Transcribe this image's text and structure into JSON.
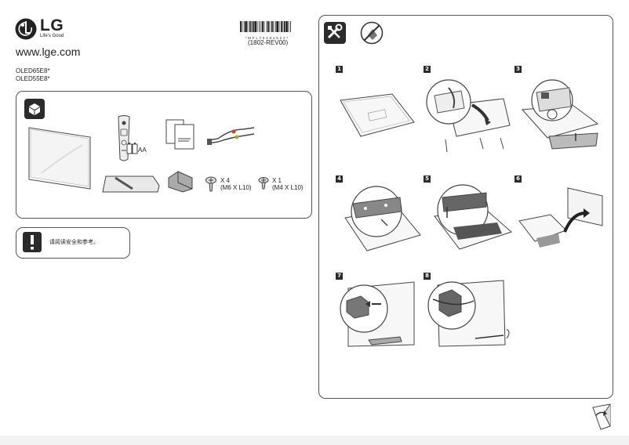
{
  "brand": {
    "name": "LG",
    "tagline": "Life's Good",
    "website": "www.lge.com"
  },
  "models": [
    "OLED65E8*",
    "OLED55E8*"
  ],
  "document": {
    "barcode_text": "* M F L 7 0 2 8 1 5 2 1 *",
    "revision": "(1802-REV00)"
  },
  "components": {
    "battery_label": "AA",
    "screw_m6": {
      "qty": "X 4",
      "size": "(M6 X L10)"
    },
    "screw_m4": {
      "qty": "X 1",
      "size": "(M4 X L10)"
    }
  },
  "warning": {
    "text": "请阅读安全和参考。"
  },
  "steps": [
    "1",
    "2",
    "3",
    "4",
    "5",
    "6",
    "7",
    "8"
  ],
  "icons": [
    "lg-logo-icon",
    "box-contents-icon",
    "warning-icon",
    "tools-icon",
    "no-water-icon",
    "page-turn-icon"
  ]
}
